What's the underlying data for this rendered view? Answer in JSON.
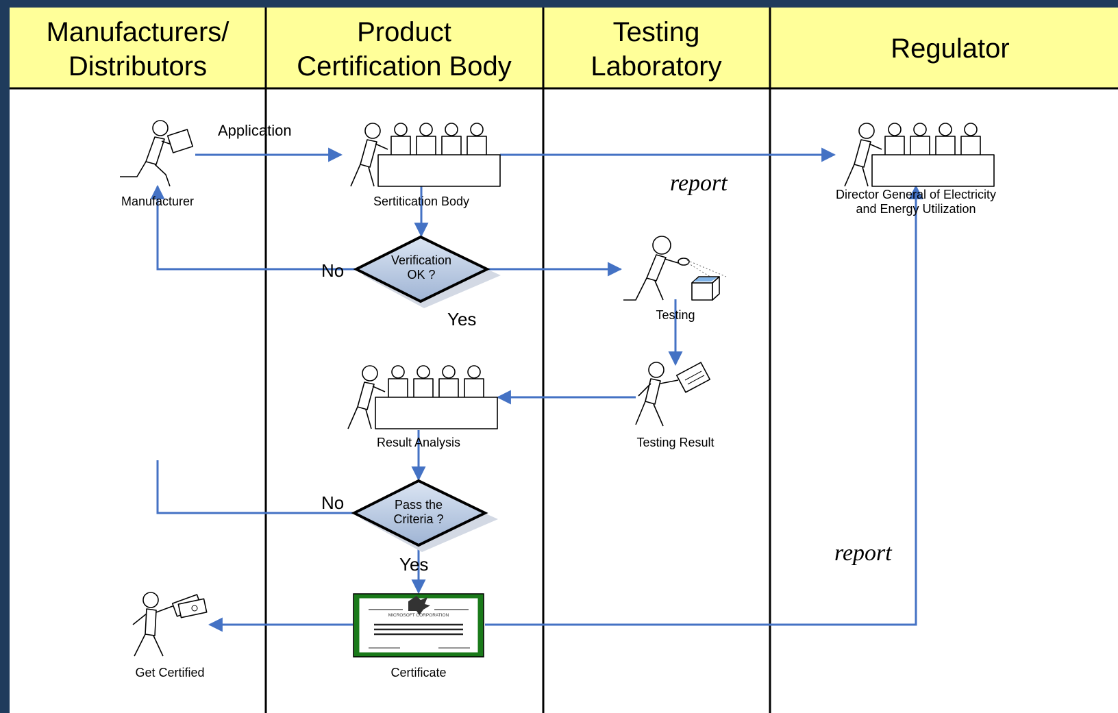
{
  "lanes": [
    {
      "title_line1": "Manufacturers/",
      "title_line2": "Distributors"
    },
    {
      "title_line1": "Product",
      "title_line2": "Certification Body"
    },
    {
      "title_line1": "Testing",
      "title_line2": "Laboratory"
    },
    {
      "title_line1": "Regulator",
      "title_line2": ""
    }
  ],
  "nodes": {
    "manufacturer": "Manufacturer",
    "certification_body": "Sertitication Body",
    "director_line1": "Director General of Electricity",
    "director_line2": "and Energy Utilization",
    "verification_line1": "Verification",
    "verification_line2": "OK ?",
    "testing": "Testing",
    "testing_result": "Testing Result",
    "result_analysis": "Result Analysis",
    "pass_line1": "Pass the",
    "pass_line2": "Criteria ?",
    "certificate": "Certificate",
    "certificate_header": "MICROSOFT CORPORATION",
    "get_certified": "Get Certified"
  },
  "edges": {
    "application": "Application",
    "no_1": "No",
    "yes_1": "Yes",
    "no_2": "No",
    "yes_2": "Yes",
    "report_1": "report",
    "report_2": "report"
  },
  "colors": {
    "header_bg": "#ffff99",
    "frame": "#1f3b5c",
    "arrow": "#4472c4",
    "decision_fill": "#b8c8e0",
    "certificate_border": "#1a7a1a"
  }
}
